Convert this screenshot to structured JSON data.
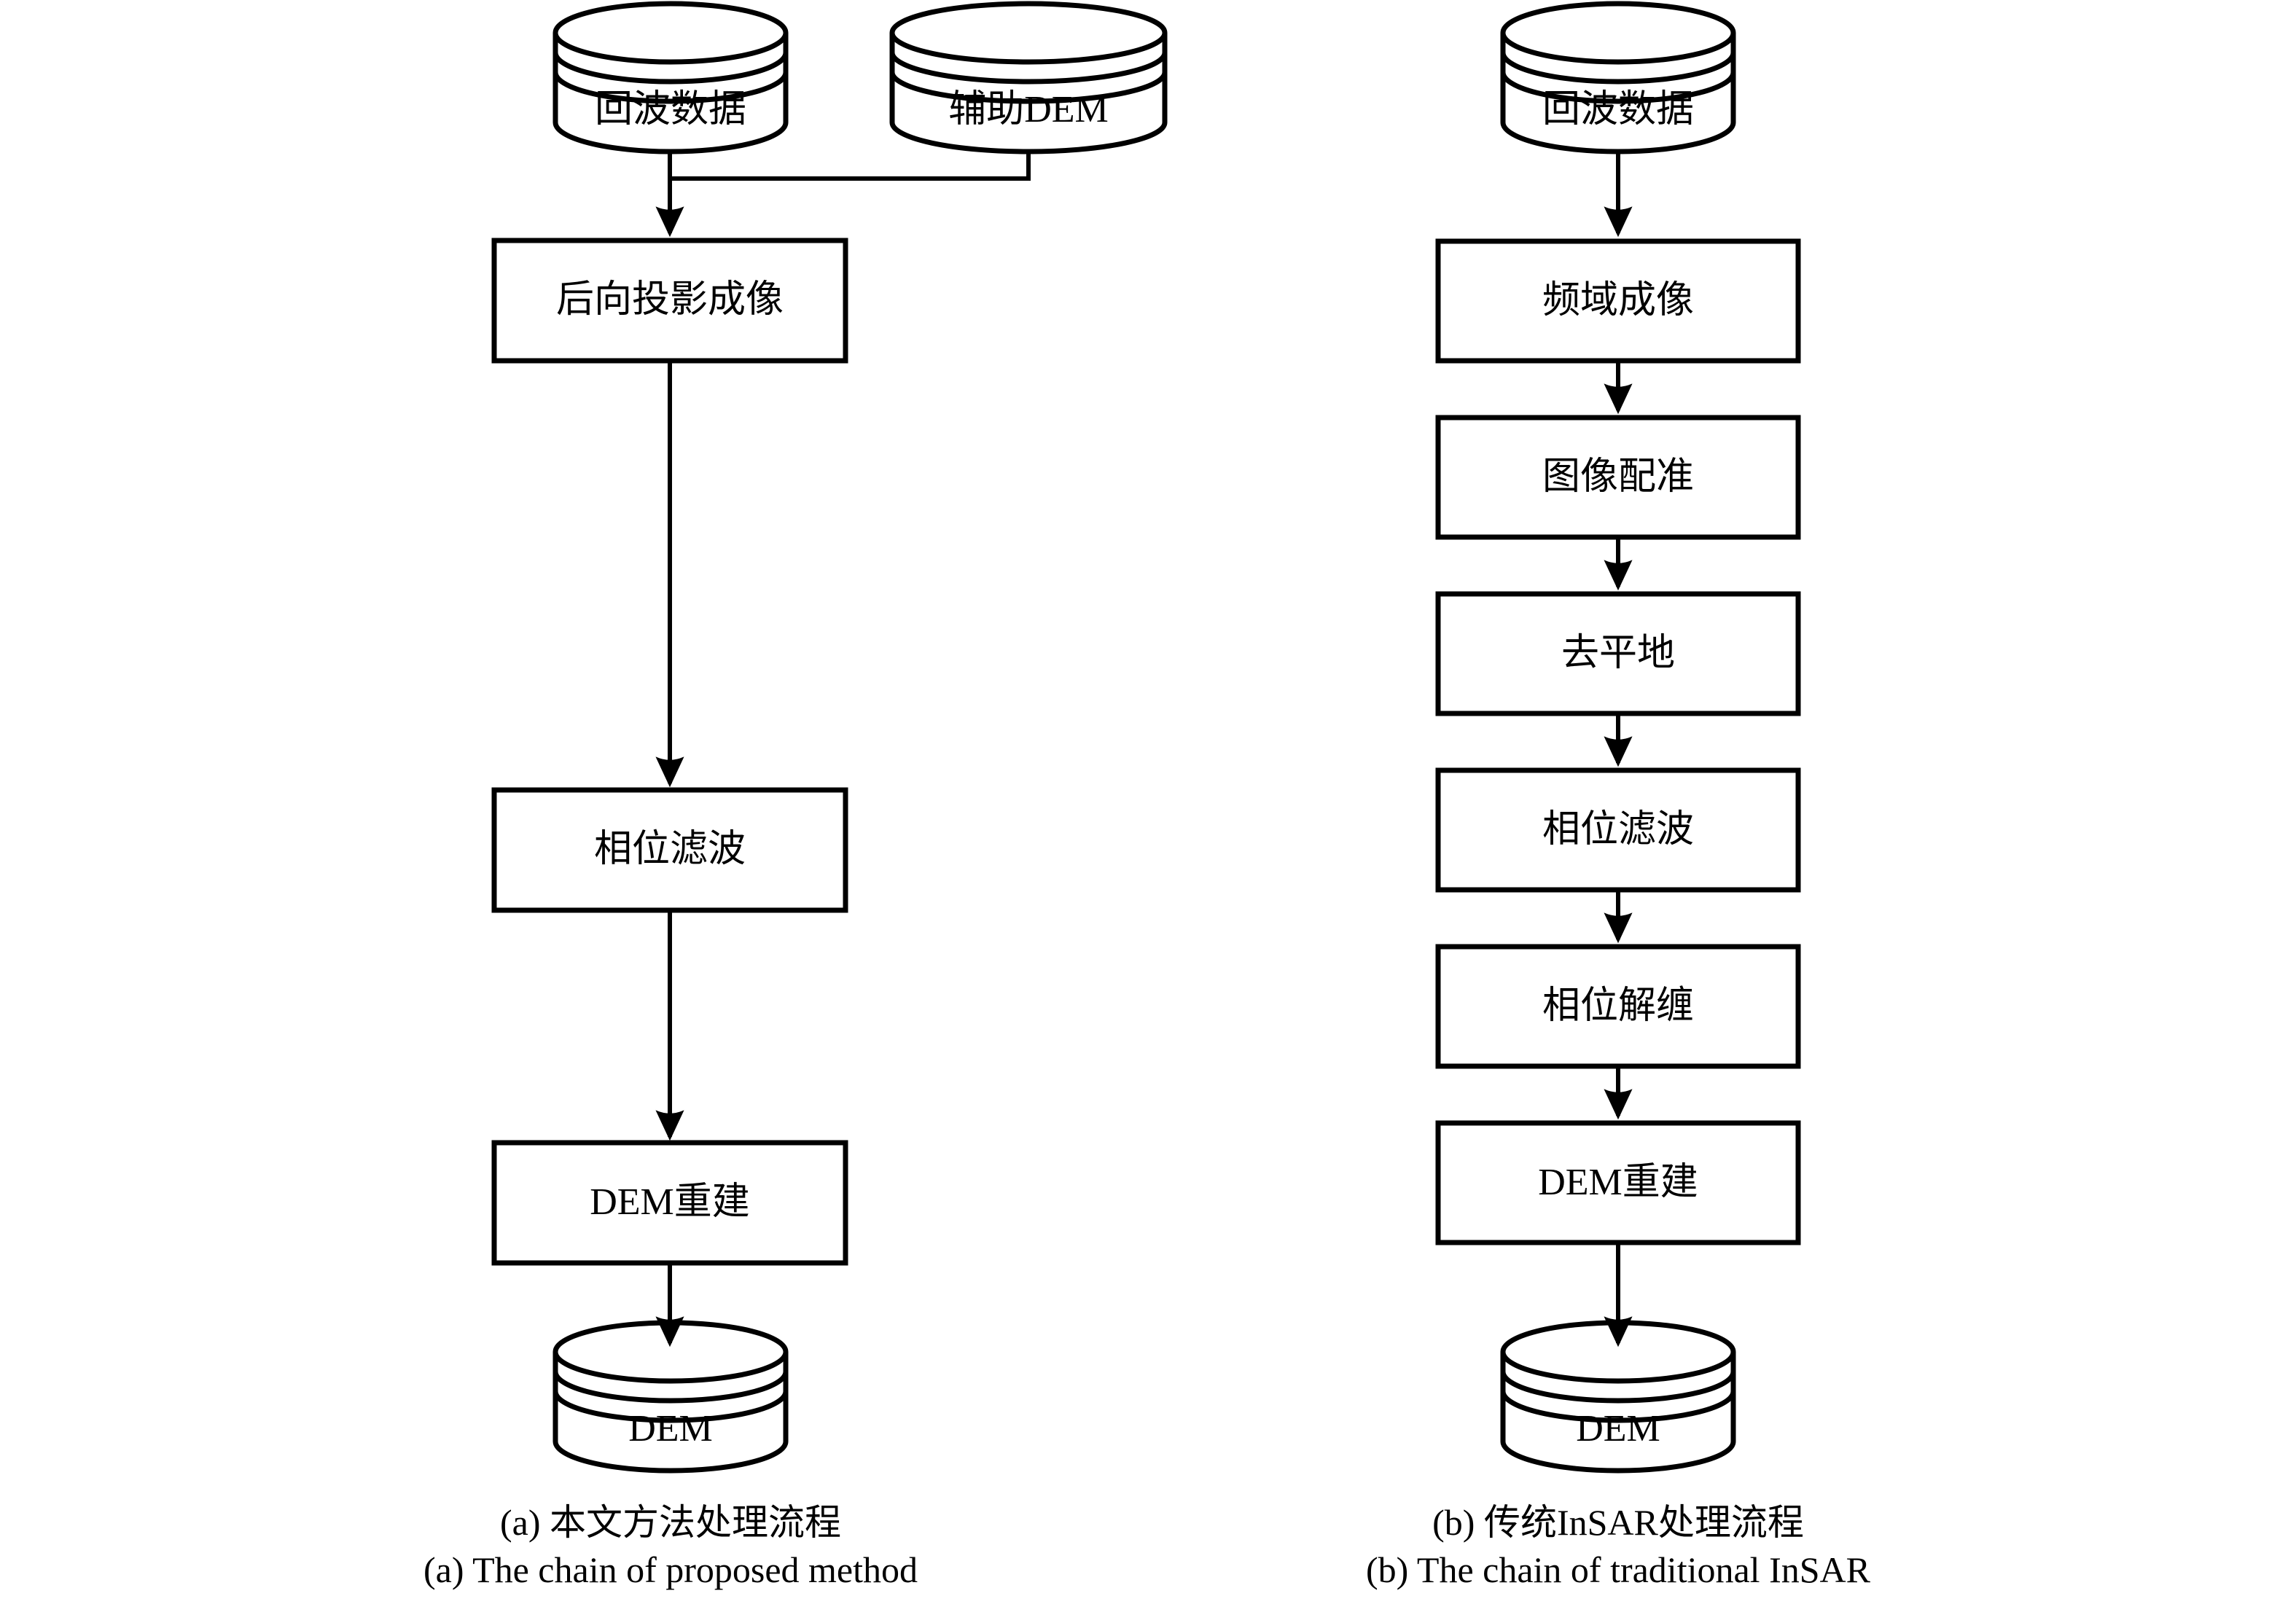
{
  "figure": {
    "type": "flowchart",
    "background_color": "#ffffff",
    "line_color": "#000000",
    "panels": [
      {
        "id": "panel-a",
        "caption_cn": "(a) 本文方法处理流程",
        "caption_en": "(a) The chain of proposed method",
        "nodes": [
          {
            "id": "a-echo",
            "shape": "cylinder",
            "label": "回波数据"
          },
          {
            "id": "a-dem",
            "shape": "cylinder",
            "label": "辅助DEM"
          },
          {
            "id": "a-bp",
            "shape": "process",
            "label": "后向投影成像"
          },
          {
            "id": "a-filter",
            "shape": "process",
            "label": "相位滤波"
          },
          {
            "id": "a-recon",
            "shape": "process",
            "label": "DEM重建"
          },
          {
            "id": "a-out",
            "shape": "cylinder",
            "label": "DEM"
          }
        ],
        "edges": [
          {
            "from": "a-echo",
            "to": "a-bp",
            "arrow": true
          },
          {
            "from": "a-dem",
            "to": "a-bp",
            "arrow": true,
            "style": "elbow-merge"
          },
          {
            "from": "a-bp",
            "to": "a-filter",
            "arrow": true
          },
          {
            "from": "a-filter",
            "to": "a-recon",
            "arrow": true
          },
          {
            "from": "a-recon",
            "to": "a-out",
            "arrow": true
          }
        ]
      },
      {
        "id": "panel-b",
        "caption_cn": "(b) 传统InSAR处理流程",
        "caption_en": "(b) The chain of traditional InSAR",
        "nodes": [
          {
            "id": "b-echo",
            "shape": "cylinder",
            "label": "回波数据"
          },
          {
            "id": "b-freq",
            "shape": "process",
            "label": "频域成像"
          },
          {
            "id": "b-reg",
            "shape": "process",
            "label": "图像配准"
          },
          {
            "id": "b-flat",
            "shape": "process",
            "label": "去平地"
          },
          {
            "id": "b-filter",
            "shape": "process",
            "label": "相位滤波"
          },
          {
            "id": "b-unwrap",
            "shape": "process",
            "label": "相位解缠"
          },
          {
            "id": "b-recon",
            "shape": "process",
            "label": "DEM重建"
          },
          {
            "id": "b-out",
            "shape": "cylinder",
            "label": "DEM"
          }
        ],
        "edges": [
          {
            "from": "b-echo",
            "to": "b-freq",
            "arrow": true
          },
          {
            "from": "b-freq",
            "to": "b-reg",
            "arrow": true
          },
          {
            "from": "b-reg",
            "to": "b-flat",
            "arrow": true
          },
          {
            "from": "b-flat",
            "to": "b-filter",
            "arrow": true
          },
          {
            "from": "b-filter",
            "to": "b-unwrap",
            "arrow": true
          },
          {
            "from": "b-unwrap",
            "to": "b-recon",
            "arrow": true
          },
          {
            "from": "b-recon",
            "to": "b-out",
            "arrow": true
          }
        ]
      }
    ]
  }
}
